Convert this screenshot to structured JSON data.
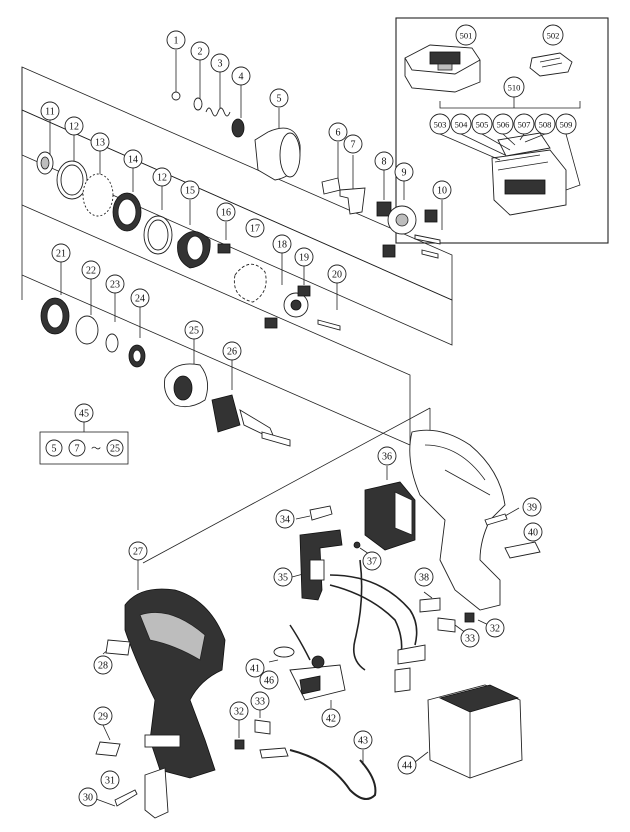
{
  "callouts": [
    {
      "id": "c1",
      "label": "1"
    },
    {
      "id": "c2",
      "label": "2"
    },
    {
      "id": "c3",
      "label": "3"
    },
    {
      "id": "c4",
      "label": "4"
    },
    {
      "id": "c5",
      "label": "5"
    },
    {
      "id": "c6",
      "label": "6"
    },
    {
      "id": "c7",
      "label": "7"
    },
    {
      "id": "c8",
      "label": "8"
    },
    {
      "id": "c9",
      "label": "9"
    },
    {
      "id": "c10",
      "label": "10"
    },
    {
      "id": "c11",
      "label": "11"
    },
    {
      "id": "c12a",
      "label": "12"
    },
    {
      "id": "c13",
      "label": "13"
    },
    {
      "id": "c14",
      "label": "14"
    },
    {
      "id": "c12b",
      "label": "12"
    },
    {
      "id": "c15",
      "label": "15"
    },
    {
      "id": "c16",
      "label": "16"
    },
    {
      "id": "c17",
      "label": "17"
    },
    {
      "id": "c18",
      "label": "18"
    },
    {
      "id": "c19",
      "label": "19"
    },
    {
      "id": "c20",
      "label": "20"
    },
    {
      "id": "c21",
      "label": "21"
    },
    {
      "id": "c22",
      "label": "22"
    },
    {
      "id": "c23",
      "label": "23"
    },
    {
      "id": "c24",
      "label": "24"
    },
    {
      "id": "c25",
      "label": "25"
    },
    {
      "id": "c26",
      "label": "26"
    },
    {
      "id": "c27",
      "label": "27"
    },
    {
      "id": "c28",
      "label": "28"
    },
    {
      "id": "c29",
      "label": "29"
    },
    {
      "id": "c30",
      "label": "30"
    },
    {
      "id": "c31",
      "label": "31"
    },
    {
      "id": "c32a",
      "label": "32"
    },
    {
      "id": "c32b",
      "label": "32"
    },
    {
      "id": "c33a",
      "label": "33"
    },
    {
      "id": "c33b",
      "label": "33"
    },
    {
      "id": "c34",
      "label": "34"
    },
    {
      "id": "c35",
      "label": "35"
    },
    {
      "id": "c36",
      "label": "36"
    },
    {
      "id": "c37",
      "label": "37"
    },
    {
      "id": "c38",
      "label": "38"
    },
    {
      "id": "c39",
      "label": "39"
    },
    {
      "id": "c40",
      "label": "40"
    },
    {
      "id": "c41",
      "label": "41"
    },
    {
      "id": "c42",
      "label": "42"
    },
    {
      "id": "c43",
      "label": "43"
    },
    {
      "id": "c44",
      "label": "44"
    },
    {
      "id": "c45",
      "label": "45"
    },
    {
      "id": "c46",
      "label": "46"
    },
    {
      "id": "c501",
      "label": "501"
    },
    {
      "id": "c502",
      "label": "502"
    },
    {
      "id": "c510",
      "label": "510"
    },
    {
      "id": "c503",
      "label": "503"
    },
    {
      "id": "c504",
      "label": "504"
    },
    {
      "id": "c505",
      "label": "505"
    },
    {
      "id": "c506",
      "label": "506"
    },
    {
      "id": "c507",
      "label": "507"
    },
    {
      "id": "c508",
      "label": "508"
    },
    {
      "id": "c509",
      "label": "509"
    }
  ],
  "assembly_box": {
    "labels": [
      "5",
      "7",
      "25"
    ],
    "range_symbol": "～"
  }
}
